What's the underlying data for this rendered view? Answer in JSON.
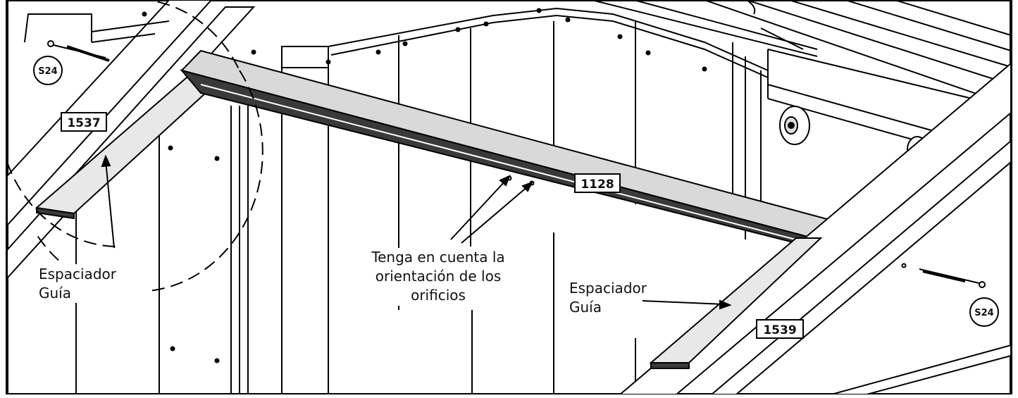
{
  "parts": {
    "left_spacer": "1537",
    "cross_beam": "1128",
    "right_spacer": "1539"
  },
  "fasteners": {
    "screw_left": "S24",
    "screw_right": "S24"
  },
  "callouts": {
    "left_guide_line1": "Espaciador",
    "left_guide_line2": "Guía",
    "right_guide_line1": "Espaciador",
    "right_guide_line2": "Guía",
    "note_line1": "Tenga en cuenta la",
    "note_line2": "orientación de los",
    "note_line3": "orificios"
  },
  "colors": {
    "beam_top": "#d9d9d9",
    "beam_side": "#3a3a3a",
    "spacer": "#e8e8e8",
    "line": "#000000"
  }
}
